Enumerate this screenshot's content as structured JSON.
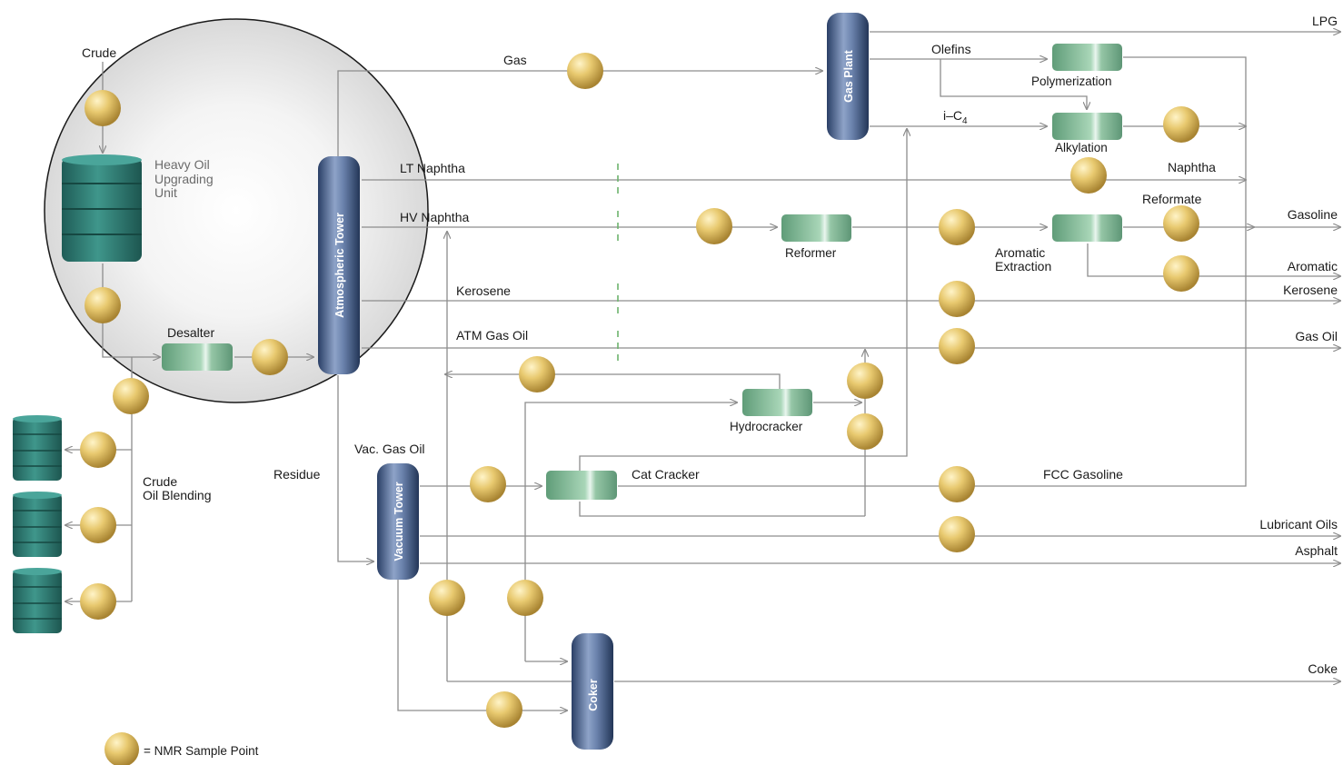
{
  "labels": {
    "crude": "Crude",
    "heavy_oil_1": "Heavy Oil",
    "heavy_oil_2": "Upgrading",
    "heavy_oil_3": "Unit",
    "desalter": "Desalter",
    "crude_blending_1": "Crude",
    "crude_blending_2": "Oil Blending",
    "atmospheric_tower": "Atmospheric Tower",
    "gas": "Gas",
    "gas_plant": "Gas Plant",
    "lpg": "LPG",
    "olefins": "Olefins",
    "polymerization": "Polymerization",
    "i_c": "i–C",
    "i_c_sub": "4",
    "alkylation": "Alkylation",
    "lt_naphtha": "LT Naphtha",
    "naphtha": "Naphtha",
    "hv_naphtha": "HV Naphtha",
    "reformer": "Reformer",
    "reformate": "Reformate",
    "gasoline": "Gasoline",
    "aromatic_extraction_1": "Aromatic",
    "aromatic_extraction_2": "Extraction",
    "aromatic": "Aromatic",
    "kerosene_in": "Kerosene",
    "kerosene_out": "Kerosene",
    "atm_gas_oil": "ATM Gas Oil",
    "gas_oil": "Gas Oil",
    "hydrocracker": "Hydrocracker",
    "vac_gas_oil": "Vac. Gas Oil",
    "residue": "Residue",
    "vacuum_tower": "Vacuum Tower",
    "cat_cracker": "Cat Cracker",
    "fcc_gasoline": "FCC Gasoline",
    "lubricant_oils": "Lubricant Oils",
    "asphalt": "Asphalt",
    "coker": "Coker",
    "coke": "Coke",
    "legend": "= NMR Sample Point"
  },
  "colors": {
    "sample_point": "#e3c36a",
    "tower": "#3e5a8a",
    "reactor": "#7fb995",
    "drum": "#2f7b72",
    "flow_line": "#8d8d8d",
    "dashed_marker": "#6db46d"
  }
}
